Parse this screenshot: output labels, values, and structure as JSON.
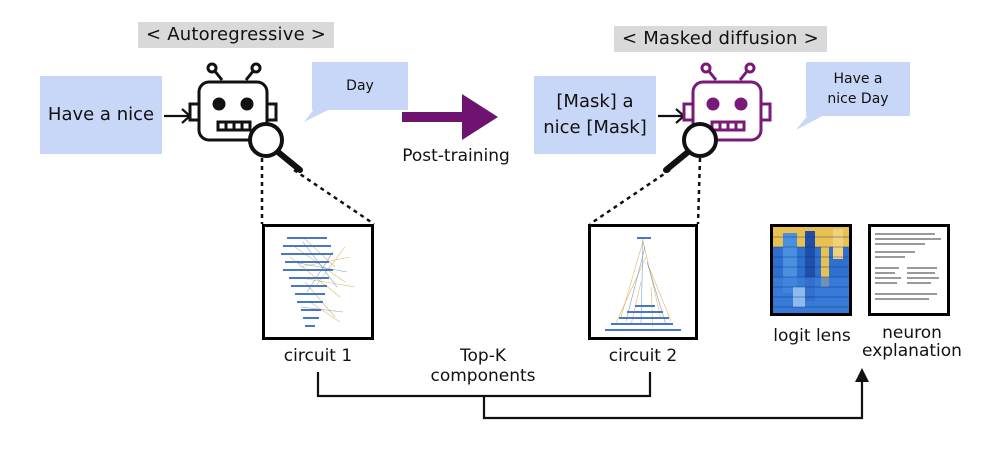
{
  "autoregressive": {
    "title": "< Autoregressive >",
    "input_text": "Have a nice",
    "output_bubble": "Day",
    "circuit_label": "circuit 1"
  },
  "masked_diffusion": {
    "title": "< Masked diffusion >",
    "input_text": "[Mask] a nice [Mask]",
    "output_bubble": "Have a nice Day",
    "circuit_label": "circuit 2"
  },
  "transition": {
    "label": "Post-training"
  },
  "bottom": {
    "topk_label": "Top-K components"
  },
  "tools": {
    "logit_lens_label": "logit lens",
    "neuron_explanation_label": "neuron explanation"
  },
  "colors": {
    "robot_ar": "#111111",
    "robot_md": "#7a1a78",
    "post_training_arrow": "#6e1470",
    "input_box": "#c8d6f7",
    "title_bg": "#d9d9d9"
  }
}
